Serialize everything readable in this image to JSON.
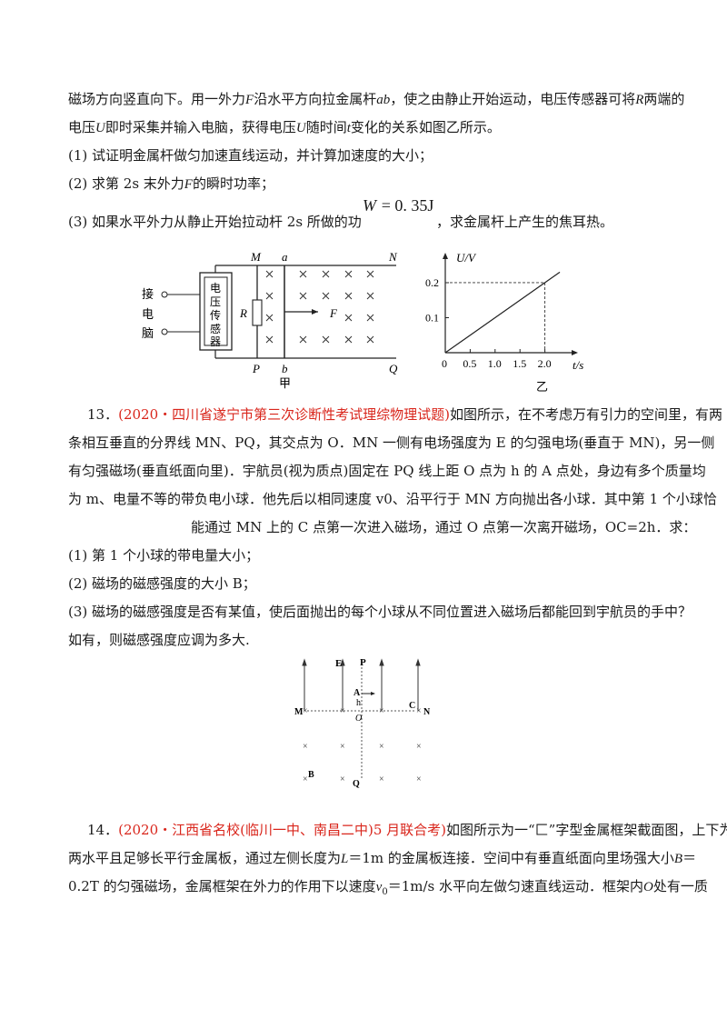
{
  "p12": {
    "l1a": "磁场方向竖直向下。用一外力",
    "l1F": "F",
    "l1b": "沿水平方向拉金属杆",
    "l1ab": "ab",
    "l1c": "，使之由静止开始运动，电压传感器可将",
    "l1R": "R",
    "l1d": "两端的",
    "l2a": "电压",
    "l2U": "U",
    "l2b": "即时采集并输入电脑，获得电压",
    "l2U2": "U",
    "l2c": "随时间",
    "l2t": "t",
    "l2d": "变化的关系如图乙所示。",
    "q1": "(1) 试证明金属杆做匀加速直线运动，并计算加速度的大小；",
    "q2a": "(2) 求第 2s 末外力",
    "q2F": "F",
    "q2b": "的瞬时功率；",
    "q3a": "(3) 如果水平外力从静止开始拉动杆 2s 所做的功",
    "q3W": "W",
    "q3eq": "= 0. 35J",
    "q3b": "，求金属杆上产生的焦耳热。"
  },
  "fig_jia": {
    "M": "M",
    "a": "a",
    "N": "N",
    "P": "P",
    "b": "b",
    "Q": "Q",
    "R": "R",
    "F": "F",
    "sensor": [
      "电",
      "压",
      "传",
      "感",
      "器"
    ],
    "computer": [
      "接",
      "电",
      "脑"
    ],
    "caption": "甲"
  },
  "fig_yi": {
    "ylabel": "U/V",
    "xlabel": "t/s",
    "caption": "乙",
    "yticks": [
      "0.2",
      "0.1"
    ],
    "xticks": [
      "0",
      "0.5",
      "1.0",
      "1.5",
      "2.0"
    ]
  },
  "chart_data": {
    "type": "line",
    "x": [
      0,
      2.0
    ],
    "y": [
      0,
      0.2
    ],
    "xlabel": "t/s",
    "ylabel": "U/V",
    "xlim": [
      0,
      2.5
    ],
    "ylim": [
      0,
      0.27
    ],
    "xticks": [
      0,
      0.5,
      1.0,
      1.5,
      2.0
    ],
    "yticks": [
      0.1,
      0.2
    ]
  },
  "p13": {
    "num": "13．",
    "source": "(2020・四川省遂宁市第三次诊断性考试理综物理试题)",
    "l1": "如图所示，在不考虑万有引力的空间里，有两",
    "l2": "条相互垂直的分界线 MN、PQ，其交点为 O．MN 一侧有电场强度为 E 的匀强电场(垂直于 MN)，另一侧",
    "l3": "有匀强磁场(垂直纸面向里)．宇航员(视为质点)固定在 PQ 线上距 O 点为 h 的 A 点处，身边有多个质量均",
    "l4": "为 m、电量不等的带负电小球．他先后以相同速度 v0、沿平行于 MN 方向抛出各小球．其中第 1 个小球恰",
    "l5": "能通过 MN 上的 C 点第一次进入磁场，通过 O 点第一次离开磁场，OC=2h．求：",
    "q1": "(1) 第 1 个小球的带电量大小；",
    "q2": "(2) 磁场的磁感强度的大小 B；",
    "q3": "(3) 磁场的磁感强度是否有某值，使后面抛出的每个小球从不同位置进入磁场后都能回到宇航员的手中？",
    "q3b": "如有，则磁感强度应调为多大."
  },
  "fig13": {
    "E": "E",
    "P": "P",
    "A": "A",
    "h": "h",
    "M": "M",
    "N": "N",
    "O": "O",
    "C": "C",
    "B": "B",
    "Q": "Q"
  },
  "p14": {
    "num": "14．",
    "source": "(2020・江西省名校(临川一中、南昌二中)5 月联合考)",
    "l1": "如图所示为一“匚”字型金属框架截面图，上下为",
    "l2a": "两水平且足够长平行金属板，通过左侧长度为",
    "l2L": "L",
    "l2b": "＝1m 的金属板连接．空间中有垂直纸面向里场强大小",
    "l2B": "B",
    "l2c": "＝",
    "l3a": "0.2T 的匀强磁场，金属框架在外力的作用下以速度",
    "l3v": "v",
    "l3sub": "0",
    "l3b": "＝1m/s 水平向左做匀速直线运动．框架内",
    "l3O": "O",
    "l3c": "处有一质"
  }
}
